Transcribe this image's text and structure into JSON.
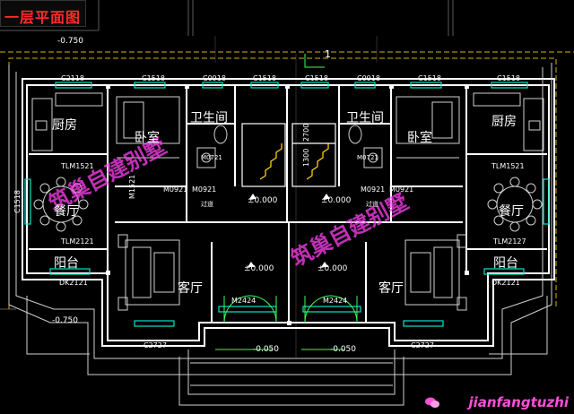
{
  "title": "一层平面图",
  "watermark": "筑巢自建别墅",
  "brand": "jianfangtuzhi",
  "axis_label": "1",
  "colors": {
    "background": "#000000",
    "wall": "#ffffff",
    "dimension": "#00e6c8",
    "title": "#ff2b2b",
    "watermark": "#ff40f0",
    "green": "#37ff5a",
    "yellow": "#ffd000",
    "grid": "#606060"
  },
  "rooms": {
    "kitchen_l": "厨房",
    "bedroom_l": "卧室",
    "bath_l": "卫生间",
    "dining_l": "餐厅",
    "balcony_l": "阳台",
    "living_l": "客厅",
    "kitchen_r": "厨房",
    "bedroom_r": "卧室",
    "bath_r": "卫生间",
    "dining_r": "餐厅",
    "balcony_r": "阳台",
    "living_r": "客厅"
  },
  "windows": {
    "c2118": "C2118",
    "c1518_a": "C1518",
    "c0918_a": "C0918",
    "c1518_b": "C1518",
    "c1518_c": "C1518",
    "c0918_b": "C0918",
    "c1518_d": "C1518",
    "c1518_e": "C1518",
    "c1518_side": "C1518",
    "c2727_a": "C2727",
    "c2727_b": "C2727",
    "tlm1521_l": "TLM1521",
    "tlm2121_l": "TLM2121",
    "tlm1521_r": "TLM1521",
    "tlm2127_r": "TLM2127",
    "dk2121_l": "DK2121",
    "dk2121_r": "DK2121"
  },
  "doors": {
    "m0921_a": "M0921",
    "m0921_b": "M0921",
    "m0921_c": "M0921",
    "m0921_d": "M0921",
    "m0721_l": "M0721",
    "m0721_r": "M0721",
    "m1521": "M1521",
    "m2424_l": "M2424",
    "m2424_r": "M2424"
  },
  "elevations": {
    "e1": "±0.000",
    "e2": "±0.000",
    "e3": "±0.000",
    "e4": "±0.000",
    "ext_tl": "-0.750",
    "ext_bl": "-0.750",
    "step_l": "-0.050",
    "step_r": "-0.050"
  },
  "dimensions": {
    "d2700": "2700",
    "d1300": "1300"
  },
  "corridor_labels": {
    "c1": "过道",
    "c2": "过道"
  }
}
